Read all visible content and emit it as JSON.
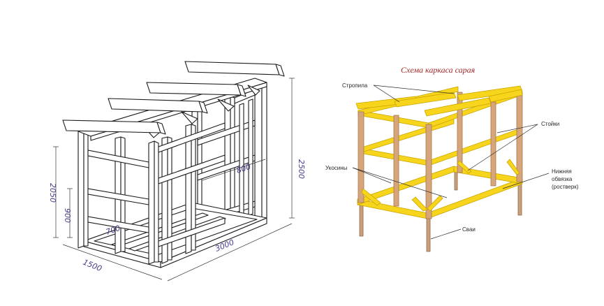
{
  "left_drawing": {
    "dimensions": {
      "height_total": "2500",
      "height_side": "2050",
      "height_lower": "900",
      "width_side": "1500",
      "length": "3000",
      "door_width": "800",
      "bottom_inner": "700"
    }
  },
  "right_drawing": {
    "title": "Схема каркаса сарая",
    "labels": {
      "rafters": "Стропила",
      "posts": "Стойки",
      "braces": "Укосины",
      "bottom_line1": "Нижняя",
      "bottom_line2": "обвязка",
      "bottom_line3": "(ростверк)",
      "piles": "Сваи"
    },
    "colors": {
      "frame_yellow": "#f7d51c",
      "frame_yellow_edge": "#c9a400",
      "post_wood": "#d6a57a",
      "post_wood_edge": "#a77649",
      "pile_wood": "#c9a07a"
    }
  }
}
